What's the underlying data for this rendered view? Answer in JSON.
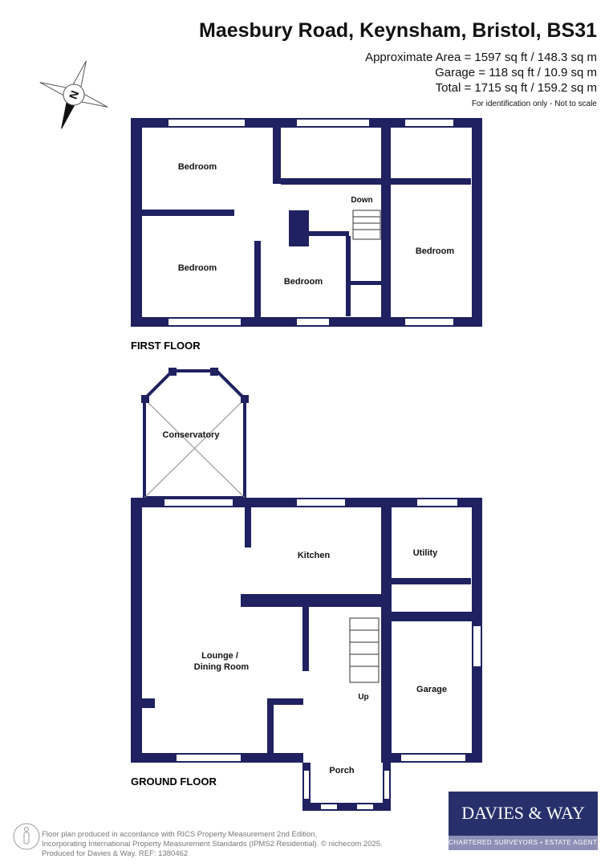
{
  "header": {
    "title": "Maesbury Road, Keynsham, Bristol, BS31",
    "areas": [
      "Approximate Area = 1597 sq ft / 148.3 sq m",
      "Garage = 118 sq ft / 10.9 sq m",
      "Total = 1715 sq ft / 159.2 sq m"
    ],
    "note": "For identification only - Not to scale"
  },
  "compass": {
    "label": "N",
    "icon": "compass-icon"
  },
  "first_floor": {
    "label": "FIRST FLOOR",
    "rooms": [
      "Bedroom",
      "Bedroom",
      "Bedroom",
      "Bedroom"
    ],
    "stairs_label": "Down"
  },
  "ground_floor": {
    "label": "GROUND FLOOR",
    "rooms": [
      "Conservatory",
      "Kitchen",
      "Utility",
      "Lounge /",
      "Dining Room",
      "Garage",
      "Porch"
    ],
    "stairs_label": "Up"
  },
  "footer": {
    "lines": [
      "Floor plan produced in accordance with RICS Property Measurement 2nd Edition,",
      "Incorporating International Property Measurement Standards (IPMS2 Residential).   © nichecom 2025.",
      "Produced for Davies & Way.   REF:  1380462"
    ]
  },
  "logo": {
    "name": "DAVIES & WAY",
    "tagline": "CHARTERED SURVEYORS • ESTATE AGENTS"
  },
  "colors": {
    "wall": "#1f2160",
    "logo_bg": "#27306a",
    "logo_band": "#8e8fb6"
  }
}
